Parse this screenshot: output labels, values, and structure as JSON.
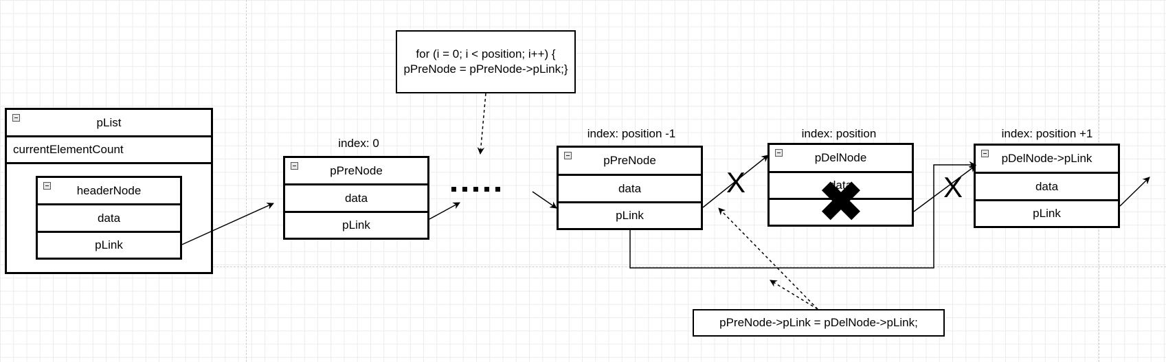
{
  "plist": {
    "title": "pList",
    "count_field": "currentElementCount",
    "header_node": {
      "title": "headerNode",
      "data": "data",
      "link": "pLink"
    }
  },
  "nodes": [
    {
      "index_label": "index: 0",
      "title": "pPreNode",
      "data": "data",
      "link": "pLink"
    },
    {
      "index_label": "index: position -1",
      "title": "pPreNode",
      "data": "data",
      "link": "pLink"
    },
    {
      "index_label": "index: position",
      "title": "pDelNode",
      "data": "data",
      "link": ""
    },
    {
      "index_label": "index: position +1",
      "title": "pDelNode->pLink",
      "data": "data",
      "link": "pLink"
    }
  ],
  "notes": {
    "loop_line1": "for (i = 0; i < position; i++) {",
    "loop_line2": "pPreNode = pPreNode->pLink;}",
    "assign": "pPreNode->pLink = pDelNode->pLink;"
  },
  "marks": {
    "broken_link": "X",
    "deleted": "✖"
  }
}
